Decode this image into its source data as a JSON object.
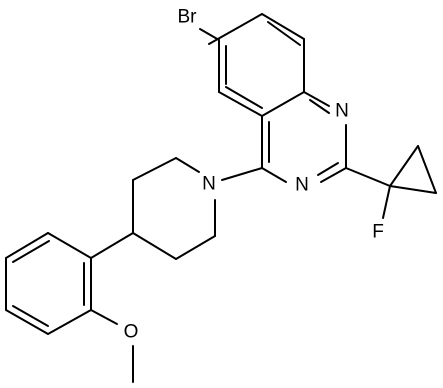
{
  "atoms": {
    "bromine": "Br",
    "nitrogen_1": "N",
    "nitrogen_3": "N",
    "fluorine": "F",
    "piperidine_nitrogen": "N",
    "methoxy_oxygen": "O"
  }
}
